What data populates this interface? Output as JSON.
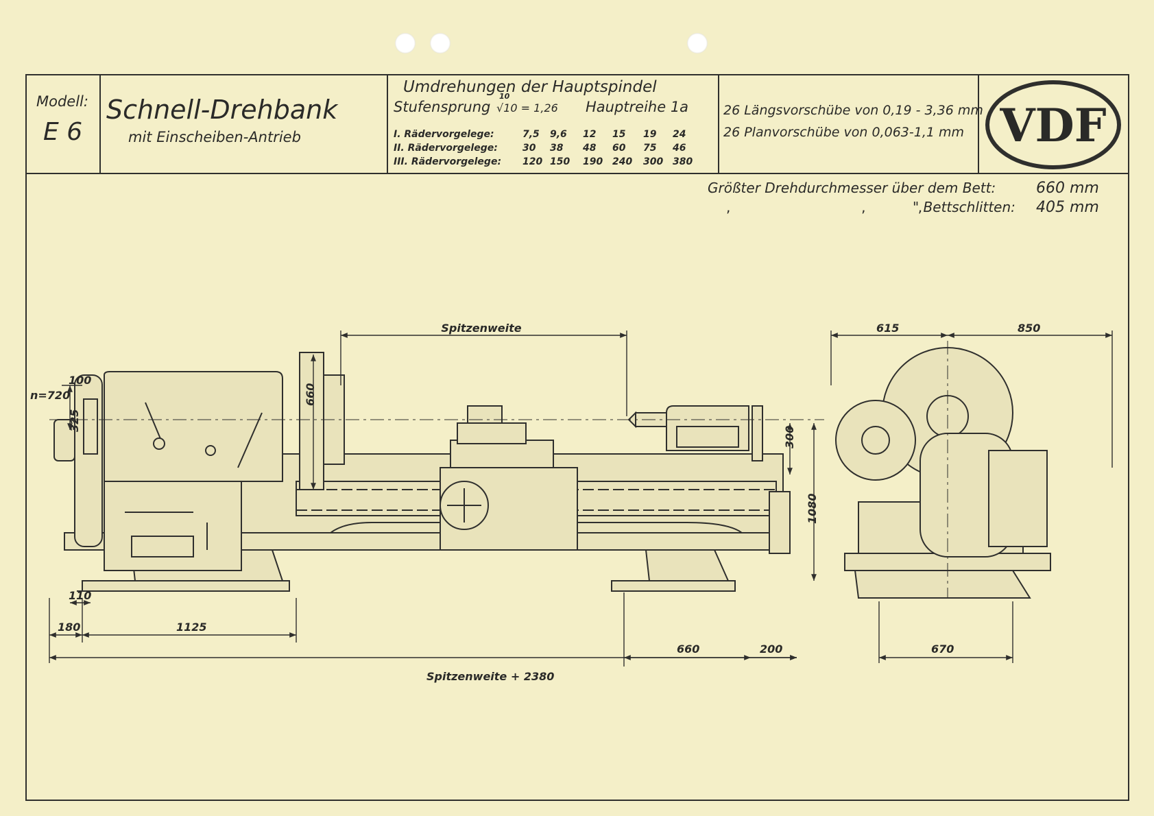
{
  "title_block": {
    "model_label": "Modell:",
    "model_value": "E 6",
    "machine_name": "Schnell-Drehbank",
    "machine_sub": "mit Einscheiben-Antrieb",
    "speeds_heading": "Umdrehungen der Hauptspindel",
    "speeds_step_prefix": "Stufensprung",
    "speeds_step_root_index": "10",
    "speeds_step_formula": "√10 = 1,26",
    "speeds_series": "Hauptreihe 1a",
    "speed_rows": [
      {
        "label": "I. Rädervorgelege:",
        "values": [
          "7,5",
          "9,6",
          "12",
          "15",
          "19",
          "24"
        ]
      },
      {
        "label": "II. Rädervorgelege:",
        "values": [
          "30",
          "38",
          "48",
          "60",
          "75",
          "46"
        ]
      },
      {
        "label": "III. Rädervorgelege:",
        "values": [
          "120",
          "150",
          "190",
          "240",
          "300",
          "380"
        ]
      }
    ],
    "feed_long": "26 Längsvorschübe von 0,19 - 3,36 mm",
    "feed_cross": "26 Planvorschübe von 0,063-1,1 mm",
    "logo_text": "VDF"
  },
  "specs": [
    {
      "label": "Größter Drehdurchmesser über dem Bett:",
      "value": "660 mm"
    },
    {
      "label": "\"  Bettschlitten:",
      "value": "405 mm"
    }
  ],
  "dimensions": {
    "spitzenweite": "Spitzenweite",
    "n_720": "n=720",
    "d_100": "100",
    "d_325": "325",
    "d_660_chuck": "660",
    "d_300": "300",
    "d_1080": "1080",
    "d_110": "110",
    "d_180": "180",
    "d_1125": "1125",
    "d_660_base": "660",
    "d_200": "200",
    "total": "Spitzenweite + 2380",
    "d_615": "615",
    "d_850": "850",
    "d_670": "670"
  },
  "colors": {
    "paper": "#f4efc8",
    "ink": "#2f2f2d",
    "fill": "#e9e3bb"
  }
}
